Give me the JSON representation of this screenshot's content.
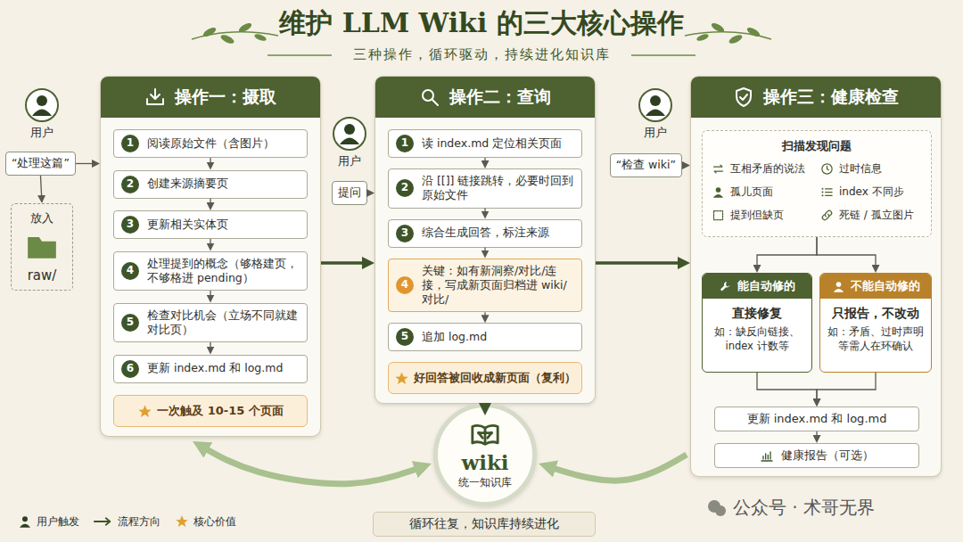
{
  "diagram": {
    "title": "维护 LLM Wiki 的三大核心操作",
    "nodes": [
      {
        "text": [
          "用户"
        ]
      },
      {
        "text": [
          "“处理这篇”"
        ]
      },
      {
        "text": [
          "放入",
          "raw/"
        ]
      },
      {
        "text": [
          "操作一：摄取"
        ]
      },
      {
        "text": [
          "1",
          "阅读原始文件（含图片）"
        ],
        "in": 3
      },
      {
        "text": [
          "2",
          "创建来源摘要页"
        ],
        "in": 3
      },
      {
        "text": [
          "3",
          "更新相关实体页"
        ],
        "in": 3
      },
      {
        "text": [
          "4",
          "处理提到的概念（够格建页，不够格进 pending）"
        ],
        "in": 3
      },
      {
        "text": [
          "5",
          "检查对比机会（立场不同就建对比页）"
        ],
        "in": 3
      },
      {
        "text": [
          "6",
          "更新 index.md 和 log.md"
        ],
        "in": 3
      },
      {
        "text": [
          "一次触及 10-15 个页面"
        ],
        "in": 3
      },
      {
        "text": [
          "用户"
        ]
      },
      {
        "text": [
          "提问"
        ]
      },
      {
        "text": [
          "操作二：查询"
        ]
      },
      {
        "text": [
          "1",
          "读 index.md 定位相关页面"
        ],
        "in": 13
      },
      {
        "text": [
          "2",
          "沿 [[]] 链接跳转，必要时回到原始文件"
        ],
        "in": 13
      },
      {
        "text": [
          "3",
          "综合生成回答，标注来源"
        ],
        "in": 13
      },
      {
        "text": [
          "4",
          "关键：如有新洞察/对比/连接，写成新页面归档进 wiki/对比/"
        ],
        "in": 13
      },
      {
        "text": [
          "5",
          "追加 log.md"
        ],
        "in": 13
      },
      {
        "text": [
          "好回答被回收成新页面（复利）"
        ],
        "in": 13
      },
      {
        "text": [
          "wiki",
          "统一知识库"
        ]
      },
      {
        "text": [
          "用户"
        ]
      },
      {
        "text": [
          "“检查 wiki”"
        ]
      },
      {
        "text": [
          "操作三：健康检查"
        ]
      },
      {
        "text": [
          "扫描发现问题",
          "互相矛盾的说法",
          "过时信息",
          "孤儿页面",
          "index 不同步",
          "提到但缺页",
          "死链 / 孤立图片"
        ],
        "in": 23
      },
      {
        "text": [
          "能自动修的",
          "直接修复",
          "如：缺反向链接、index 计数等"
        ],
        "in": 23
      },
      {
        "text": [
          "不能自动修的",
          "只报告，不改动",
          "如：矛盾、过时声明等需人在环确认"
        ],
        "in": 23
      },
      {
        "text": [
          "更新 index.md 和 log.md"
        ],
        "in": 23
      },
      {
        "text": [
          "健康报告（可选）"
        ],
        "in": 23
      },
      {
        "text": [
          "循环往复，知识库持续进化"
        ]
      }
    ],
    "edges": [
      {
        "from": 1,
        "to": 2,
        "arrow": "to"
      },
      {
        "from": 1,
        "to": 3,
        "arrow": "to"
      },
      {
        "from": 4,
        "to": 5,
        "arrow": "to"
      },
      {
        "from": 5,
        "to": 6,
        "arrow": "to"
      },
      {
        "from": 6,
        "to": 7,
        "arrow": "to"
      },
      {
        "from": 7,
        "to": 8,
        "arrow": "to"
      },
      {
        "from": 8,
        "to": 9,
        "arrow": "to"
      },
      {
        "from": 3,
        "to": 13,
        "arrow": "to"
      },
      {
        "from": 12,
        "to": 13,
        "arrow": "to"
      },
      {
        "from": 14,
        "to": 15,
        "arrow": "to"
      },
      {
        "from": 15,
        "to": 16,
        "arrow": "to"
      },
      {
        "from": 16,
        "to": 17,
        "arrow": "to"
      },
      {
        "from": 17,
        "to": 18,
        "arrow": "to"
      },
      {
        "from": 13,
        "to": 20,
        "arrow": "to"
      },
      {
        "from": 13,
        "to": 23,
        "arrow": "to"
      },
      {
        "from": 22,
        "to": 23,
        "arrow": "to"
      },
      {
        "from": 24,
        "to": 25,
        "arrow": "to"
      },
      {
        "from": 24,
        "to": 26,
        "arrow": "to"
      },
      {
        "from": 25,
        "to": 27,
        "arrow": "to"
      },
      {
        "from": 26,
        "to": 27,
        "arrow": "to"
      },
      {
        "from": 27,
        "to": 28,
        "arrow": "to"
      },
      {
        "from": 20,
        "to": 3,
        "arrow": "both"
      },
      {
        "from": 23,
        "to": 20,
        "arrow": "to"
      }
    ],
    "labels": [
      "三种操作，循环驱动，持续进化知识库",
      "公众号 · 术哥无界"
    ],
    "legend": [
      {
        "text": "用户触发"
      },
      {
        "text": "流程方向"
      },
      {
        "text": "核心价值"
      }
    ]
  }
}
